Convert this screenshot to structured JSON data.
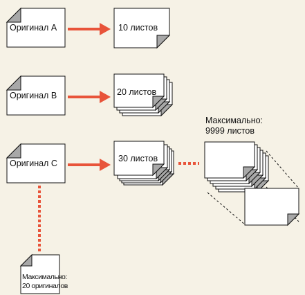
{
  "originals": [
    {
      "label": "Оригинал A",
      "copies": "10 листов"
    },
    {
      "label": "Оригинал B",
      "copies": "20 листов"
    },
    {
      "label": "Оригинал C",
      "copies": "30 листов"
    }
  ],
  "max_sheets": {
    "line1": "Максимально:",
    "line2": "9999 листов"
  },
  "max_originals": {
    "line1": "Максимально:",
    "line2": "20 оригиналов"
  },
  "colors": {
    "background": "#f6f2e6",
    "arrow": "#e8543a",
    "paper": "#ffffff",
    "fold": "#a8a8a8",
    "outline": "#111111"
  }
}
